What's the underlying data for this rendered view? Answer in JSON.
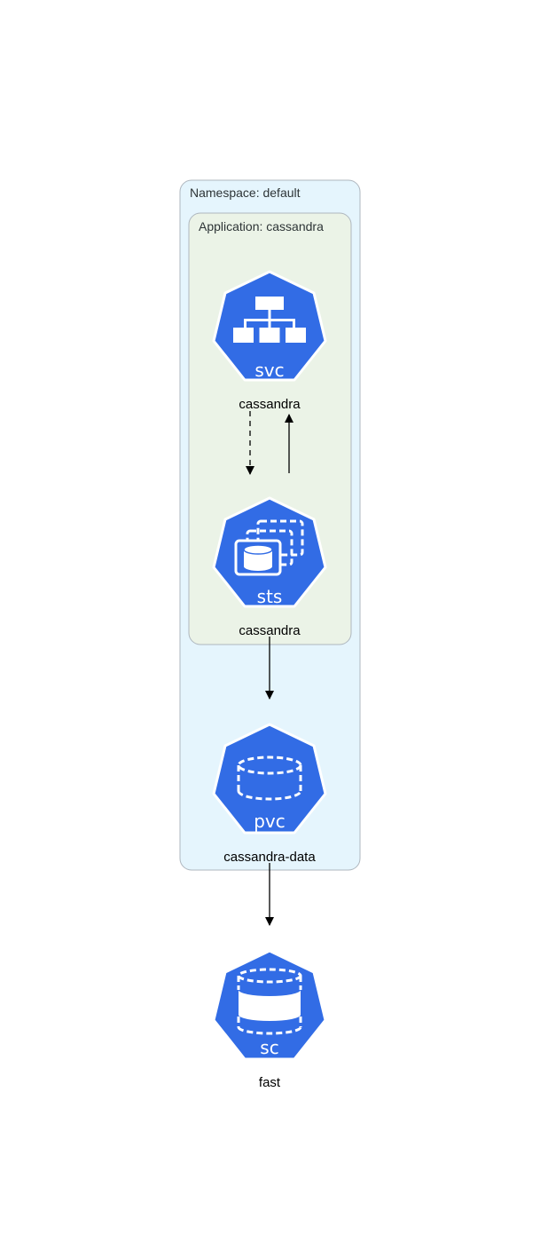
{
  "colors": {
    "namespace_fill": "#E5F5FD",
    "namespace_stroke": "#AEB6BE",
    "application_fill": "#EBF3E7",
    "application_stroke": "#AEB6BE",
    "node_fill": "#326CE5",
    "icon_white": "#FFFFFF",
    "edge": "#000000"
  },
  "clusters": {
    "namespace": {
      "label": "Namespace: default"
    },
    "application": {
      "label": "Application: cassandra"
    }
  },
  "nodes": {
    "svc": {
      "kind": "svc",
      "label": "cassandra",
      "icon": "service-network-icon"
    },
    "sts": {
      "kind": "sts",
      "label": "cassandra",
      "icon": "statefulset-database-icon"
    },
    "pvc": {
      "kind": "pvc",
      "label": "cassandra-data",
      "icon": "persistent-volume-claim-icon"
    },
    "sc": {
      "kind": "sc",
      "label": "fast",
      "icon": "storage-class-icon"
    }
  },
  "edges": [
    {
      "from": "svc",
      "to": "sts",
      "style": "dashed"
    },
    {
      "from": "sts",
      "to": "svc",
      "style": "solid"
    },
    {
      "from": "sts",
      "to": "pvc",
      "style": "solid"
    },
    {
      "from": "pvc",
      "to": "sc",
      "style": "solid"
    }
  ]
}
